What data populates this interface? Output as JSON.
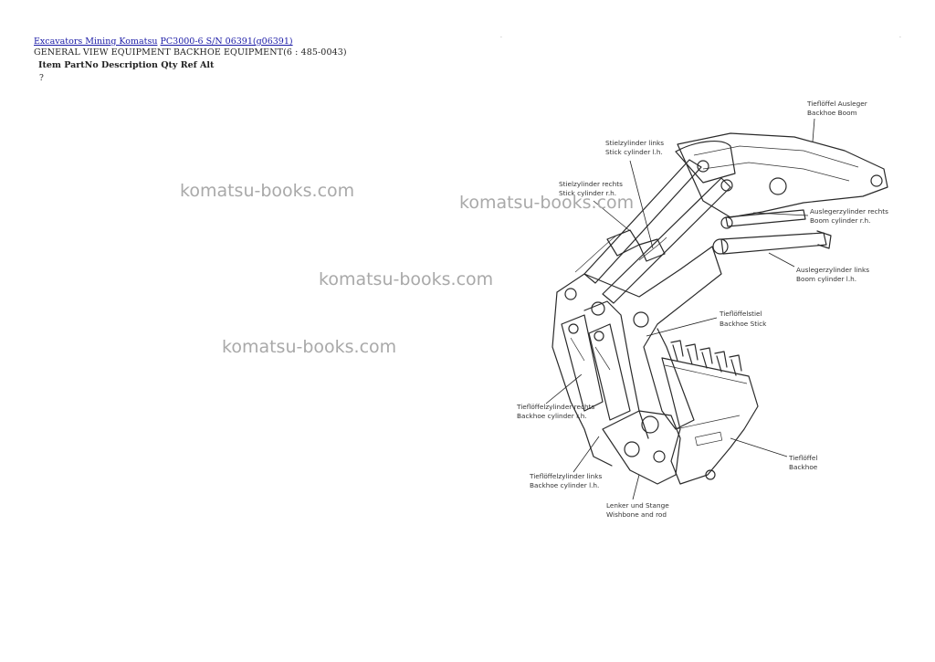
{
  "breadcrumb": {
    "link1": "Excavators Mining Komatsu",
    "link2": "PC3000-6 S/N 06391(g06391)"
  },
  "subtitle": "GENERAL VIEW EQUIPMENT BACKHOE EQUIPMENT(6 : 485-0043)",
  "columns": "Item PartNo Description Qty Ref Alt",
  "first_row": "?",
  "watermarks": [
    "komatsu-books.com",
    "komatsu-books.com",
    "komatsu-books.com",
    "komatsu-books.com"
  ],
  "labels": {
    "boom_de": "Tieflöffel Ausleger",
    "boom_en": "Backhoe Boom",
    "stick_cyl_l_de": "Stielzylinder links",
    "stick_cyl_l_en": "Stick cylinder l.h.",
    "stick_cyl_r_de": "Stielzylinder rechts",
    "stick_cyl_r_en": "Stick cylinder r.h.",
    "boom_cyl_r_de": "Auslegerzylinder rechts",
    "boom_cyl_r_en": "Boom cylinder r.h.",
    "boom_cyl_l_de": "Auslegerzylinder links",
    "boom_cyl_l_en": "Boom cylinder l.h.",
    "stick_de": "Tieflöffelstiel",
    "stick_en": "Backhoe Stick",
    "bucket_cyl_r_de": "Tieflöffelzylinder rechts",
    "bucket_cyl_r_en": "Backhoe cylinder r.h.",
    "bucket_de": "Tieflöffel",
    "bucket_en": "Backhoe",
    "bucket_cyl_l_de": "Tieflöffelzylinder links",
    "bucket_cyl_l_en": "Backhoe cylinder l.h.",
    "wishbone_de": "Lenker und Stange",
    "wishbone_en": "Wishbone and rod"
  }
}
